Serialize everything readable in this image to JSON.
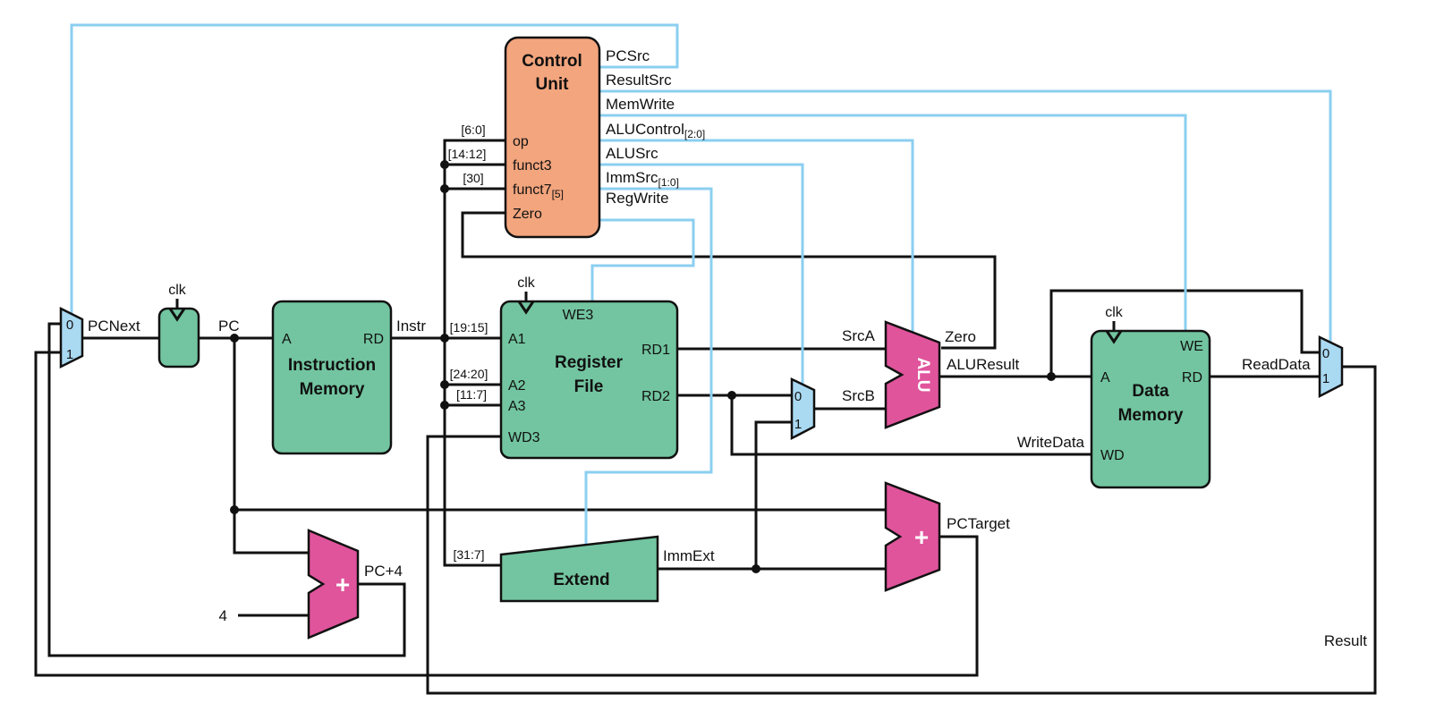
{
  "colors": {
    "block_green": "#72c5a0",
    "control_orange": "#f3a57d",
    "alu_pink": "#e0549c",
    "mux_blue": "#aad9f2",
    "control_wire_blue": "#8bcff0",
    "wire_black": "#111111",
    "background": "#ffffff"
  },
  "control_unit": {
    "title_line1": "Control",
    "title_line2": "Unit",
    "inputs": {
      "op": "op",
      "funct3": "funct3",
      "funct7": "funct7",
      "funct7_sub": "[5]",
      "zero": "Zero"
    },
    "outputs": {
      "pcsrc": "PCSrc",
      "resultsrc": "ResultSrc",
      "memwrite": "MemWrite",
      "alucontrol": "ALUControl",
      "alucontrol_sub": "[2:0]",
      "alusrc": "ALUSrc",
      "immsrc": "ImmSrc",
      "immsrc_sub": "[1:0]",
      "regwrite": "RegWrite"
    }
  },
  "bit_slices": {
    "op": "[6:0]",
    "funct3": "[14:12]",
    "funct7": "[30]",
    "a1": "[19:15]",
    "a2": "[24:20]",
    "a3": "[11:7]",
    "imm": "[31:7]"
  },
  "pc_register": {
    "clk": "clk"
  },
  "instruction_memory": {
    "title_line1": "Instruction",
    "title_line2": "Memory",
    "port_a": "A",
    "port_rd": "RD"
  },
  "register_file": {
    "title_line1": "Register",
    "title_line2": "File",
    "clk": "clk",
    "port_we3": "WE3",
    "port_a1": "A1",
    "port_a2": "A2",
    "port_a3": "A3",
    "port_wd3": "WD3",
    "port_rd1": "RD1",
    "port_rd2": "RD2"
  },
  "extend_unit": {
    "title": "Extend"
  },
  "alu": {
    "title": "ALU"
  },
  "data_memory": {
    "title_line1": "Data",
    "title_line2": "Memory",
    "clk": "clk",
    "port_we": "WE",
    "port_a": "A",
    "port_wd": "WD",
    "port_rd": "RD"
  },
  "adders": {
    "plus": "+",
    "four": "4"
  },
  "muxes": {
    "zero": "0",
    "one": "1"
  },
  "signals": {
    "pcnext": "PCNext",
    "pc": "PC",
    "instr": "Instr",
    "srca": "SrcA",
    "srcb": "SrcB",
    "zero": "Zero",
    "aluresult": "ALUResult",
    "readdata": "ReadData",
    "writedata": "WriteData",
    "immext": "ImmExt",
    "pctarget": "PCTarget",
    "pcplus4": "PC+4",
    "result": "Result"
  }
}
